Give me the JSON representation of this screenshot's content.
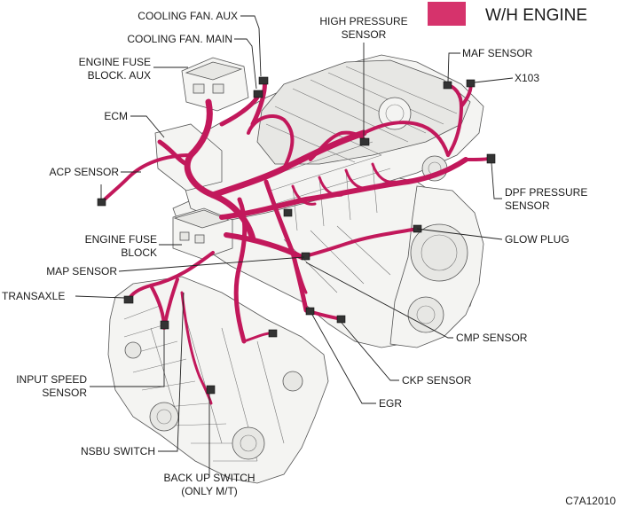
{
  "title": "W/H ENGINE",
  "figure_code": "C7A12010",
  "colors": {
    "accent": "#d6336c",
    "harness": "#c2185b",
    "text": "#1a1a1a",
    "line": "#222222",
    "engine_fill": "#f4f4f2"
  },
  "labels": {
    "cooling_fan_aux": "COOLING FAN. AUX",
    "cooling_fan_main": "COOLING FAN. MAIN",
    "engine_fuse_block_aux_1": "ENGINE FUSE",
    "engine_fuse_block_aux_2": "BLOCK. AUX",
    "ecm": "ECM",
    "acp_sensor": "ACP SENSOR",
    "engine_fuse_block_1": "ENGINE FUSE",
    "engine_fuse_block_2": "BLOCK",
    "map_sensor": "MAP SENSOR",
    "transaxle": "TRANSAXLE",
    "input_speed_sensor_1": "INPUT SPEED",
    "input_speed_sensor_2": "SENSOR",
    "nsbu_switch": "NSBU SWITCH",
    "back_up_switch_1": "BACK UP SWITCH",
    "back_up_switch_2": "(ONLY M/T)",
    "high_pressure_sensor_1": "HIGH PRESSURE",
    "high_pressure_sensor_2": "SENSOR",
    "maf_sensor": "MAF SENSOR",
    "x103": "X103",
    "dpf_pressure_sensor_1": "DPF PRESSURE",
    "dpf_pressure_sensor_2": "SENSOR",
    "glow_plug": "GLOW PLUG",
    "cmp_sensor": "CMP SENSOR",
    "ckp_sensor": "CKP SENSOR",
    "egr": "EGR"
  }
}
